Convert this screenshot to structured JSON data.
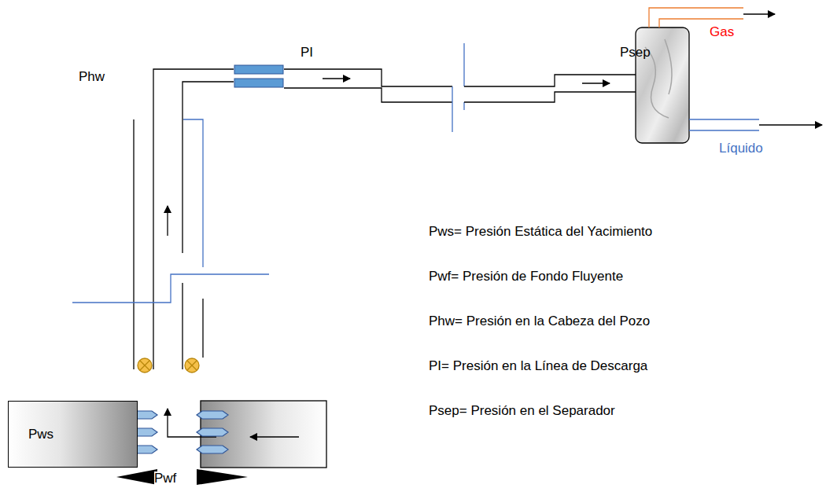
{
  "diagram": {
    "nodes": [
      {
        "text": [
          "Pws"
        ]
      }
    ],
    "labels": [
      "Phw",
      "PI",
      "Psep",
      "Gas",
      "Líquido",
      "Pwf",
      "Pws= Presión Estática del Yacimiento",
      "Pwf= Presión de Fondo Fluyente",
      "Phw= Presión en la Cabeza del Pozo",
      "PI= Presión en la Línea de Descarga",
      "Psep= Presión en el Separador"
    ]
  }
}
